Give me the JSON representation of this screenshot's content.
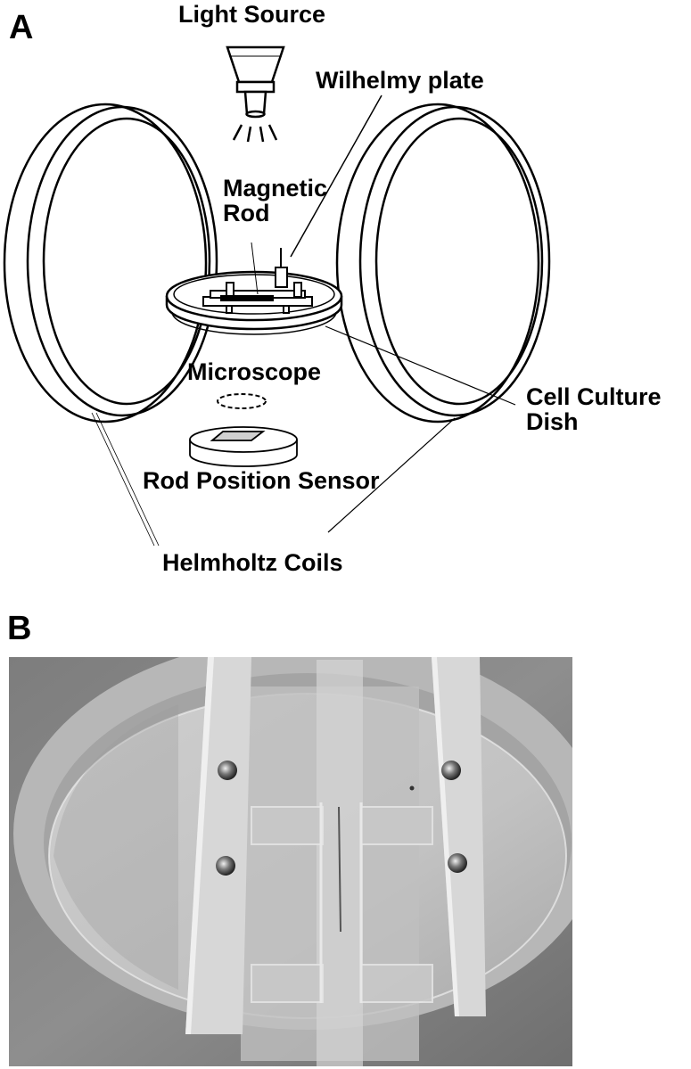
{
  "panel_a": {
    "letter": "A",
    "labels": {
      "light_source": "Light Source",
      "wilhelmy_plate": "Wilhelmy plate",
      "magnetic_rod": "Magnetic\nRod",
      "microscope": "Microscope",
      "cell_culture_dish": "Cell Culture\nDish",
      "rod_position_sensor": "Rod Position Sensor",
      "helmholtz_coils": "Helmholtz Coils"
    }
  },
  "panel_b": {
    "letter": "B"
  },
  "colors": {
    "line": "#000000",
    "photo_background": "#8a8a8a",
    "dish_plastic": "#bdbdbd"
  }
}
